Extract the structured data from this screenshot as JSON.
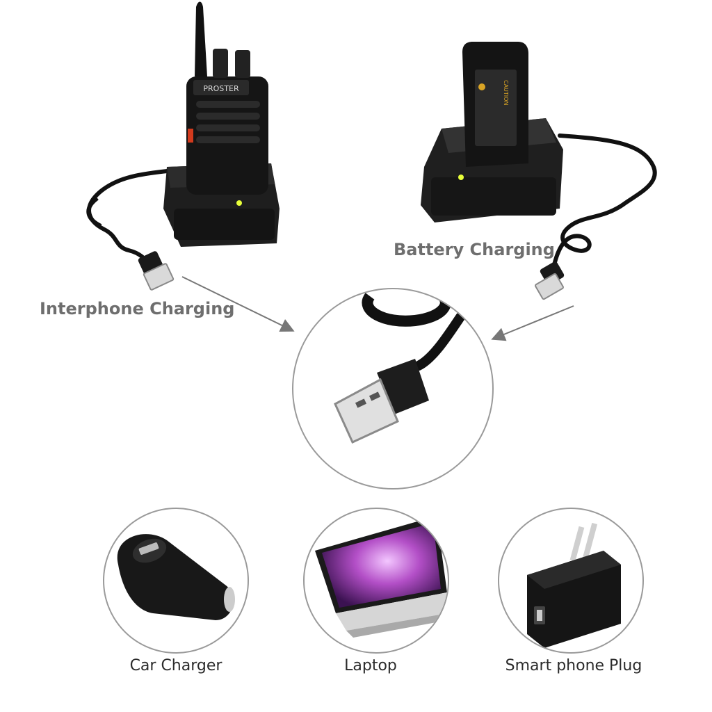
{
  "labels": {
    "interphone": "Interphone Charging",
    "battery": "Battery Charging",
    "car": "Car Charger",
    "laptop": "Laptop",
    "plug": "Smart phone Plug"
  },
  "radio_brand": "PROSTER",
  "battery_caution": "CAUTION"
}
